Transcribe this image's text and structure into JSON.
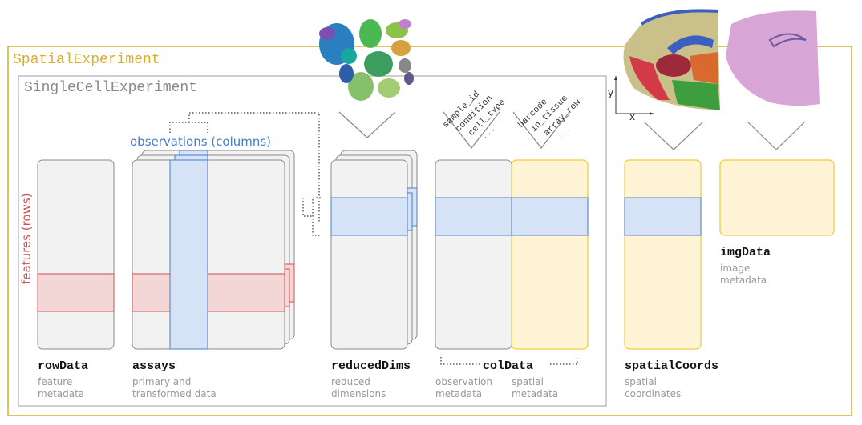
{
  "outer": {
    "title": "SpatialExperiment"
  },
  "inner": {
    "title": "SingleCellExperiment"
  },
  "axes": {
    "features": "features (rows)",
    "observations": "observations (columns)",
    "x": "x",
    "y": "y"
  },
  "rowData": {
    "label": "rowData",
    "sub1": "feature",
    "sub2": "metadata"
  },
  "assays": {
    "label": "assays",
    "sub1": "primary and",
    "sub2": "transformed data"
  },
  "reducedDims": {
    "label": "reducedDims",
    "sub1": "reduced",
    "sub2": "dimensions"
  },
  "colData": {
    "label": "colData",
    "obs_sub1": "observation",
    "obs_sub2": "metadata",
    "sp_sub1": "spatial",
    "sp_sub2": "metadata",
    "obs_fields": [
      "sample_id",
      "condition",
      "cell_type",
      "..."
    ],
    "spatial_fields": [
      "barcode",
      "in_tissue",
      "array_row",
      "..."
    ]
  },
  "spatialCoords": {
    "label": "spatialCoords",
    "sub1": "spatial",
    "sub2": "coordinates"
  },
  "imgData": {
    "label": "imgData",
    "sub1": "image",
    "sub2": "metadata"
  },
  "colors": {
    "gold": "#d9ad2b",
    "blue": "#4a7cc8",
    "red": "#d05050",
    "yellow_fill": "#fff5d6"
  }
}
